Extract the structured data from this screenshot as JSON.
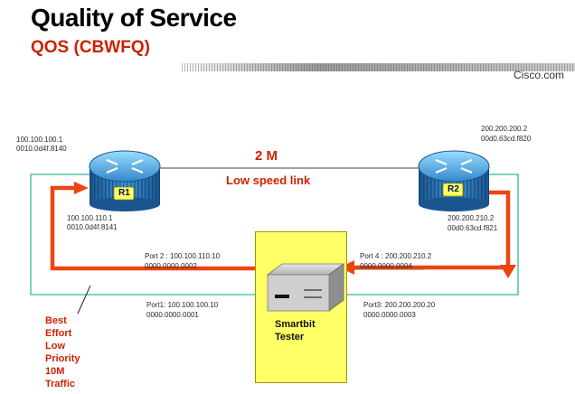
{
  "header": {
    "title": "Quality of Service",
    "subtitle": "QOS (CBWFQ)",
    "brand": "Cisco.com"
  },
  "link": {
    "bandwidth": "2 M",
    "label": "Low speed link"
  },
  "r1": {
    "name": "R1",
    "upper_ip": "100.100.100.1",
    "upper_mac": "0010.0d4f.8140",
    "lower_ip": "100.100.110.1",
    "lower_mac": "0010.0d4f.8141"
  },
  "r2": {
    "name": "R2",
    "upper_ip": "200.200.200.2",
    "upper_mac": "00d0.63cd.f820",
    "lower_ip": "200.200.210.2",
    "lower_mac": "00d0.63cd.f821"
  },
  "ports": {
    "port2": {
      "label": "Port 2 : 100.100.110.10",
      "mac": "0000.0000.0002"
    },
    "port4": {
      "label": "Port 4 : 200.200.210.2",
      "mac": "0000.0000.0004"
    },
    "port1": {
      "label": "Port1: 100.100.100.10",
      "mac": "0000.0000.0001"
    },
    "port3": {
      "label": "Port3: 200.200.200.20",
      "mac": "0000.0000.0003"
    }
  },
  "tester": {
    "line1": "Smartbit",
    "line2": "Tester"
  },
  "traffic_note": {
    "lines": [
      "Best",
      "Effort",
      "Low",
      "Priority",
      "10M",
      "Traffic"
    ]
  },
  "colors": {
    "accent": "#cc2200",
    "traffic_arrow": "#ee4411",
    "cable": "#33bb99",
    "tester_bg": "#ffff66",
    "router_blue": "#2277bb"
  }
}
